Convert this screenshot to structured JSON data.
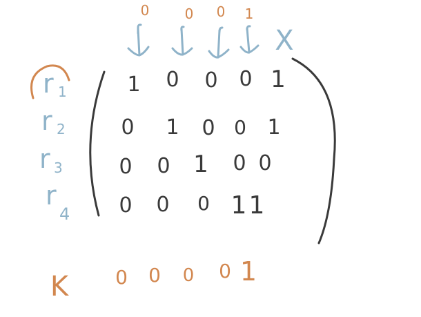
{
  "colors": {
    "ink": "#3a3a3a",
    "blue": "#8fb3c9",
    "orange": "#d2874f",
    "background": "#ffffff"
  },
  "top_annotations": [
    "0",
    "0",
    "0",
    "1"
  ],
  "column_arrows_label": "↓",
  "column_x_label": "X",
  "row_labels": [
    {
      "letter": "r",
      "sub": "1"
    },
    {
      "letter": "r",
      "sub": "2"
    },
    {
      "letter": "r",
      "sub": "3"
    },
    {
      "letter": "r",
      "sub": "4"
    }
  ],
  "matrix": [
    [
      "1",
      "0",
      "0",
      "0",
      "1"
    ],
    [
      "0",
      "1",
      "0",
      "0",
      "1"
    ],
    [
      "0",
      "0",
      "1",
      "0",
      "0"
    ],
    [
      "0",
      "0",
      "0",
      "1",
      "1"
    ]
  ],
  "k_label": "K",
  "k_values": [
    "0",
    "0",
    "0",
    "0",
    "1"
  ]
}
